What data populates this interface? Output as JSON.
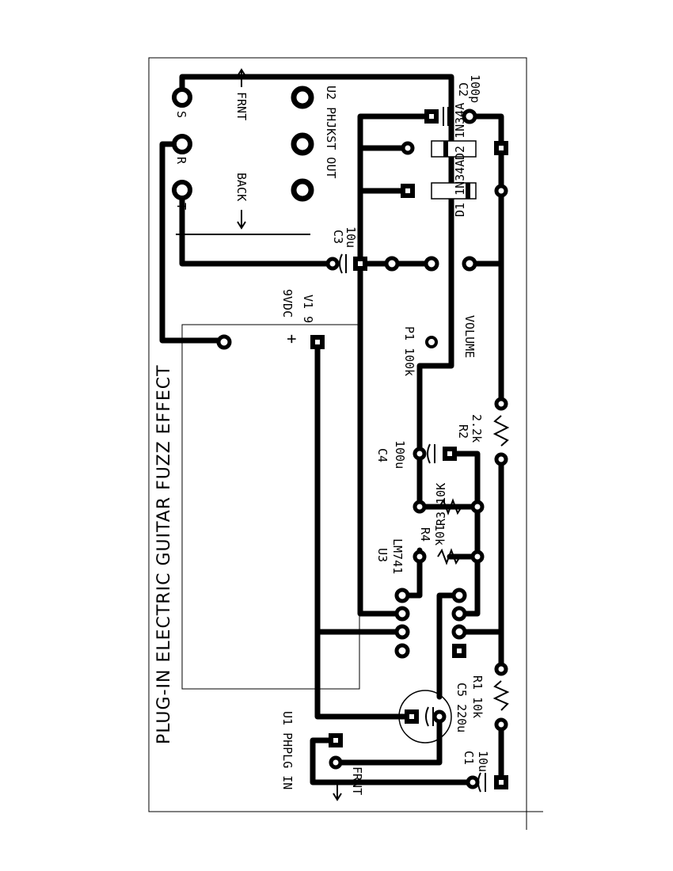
{
  "title": "PLUG-IN ELECTRIC GUITAR FUZZ EFFECT",
  "labels": {
    "jack_s": "S",
    "jack_r": "R",
    "jack_t": "T",
    "frnt_top": "FRNT",
    "back": "BACK",
    "u2": "U2 PHJKST OUT",
    "c2_ref": "C2",
    "c2_val": "100p",
    "d2": "D2 1N34A",
    "d1": "D1 1N34A",
    "c3_ref": "C3",
    "c3_val": "10u",
    "vdc": "9VDC",
    "v19": "V1 9",
    "plus": "+",
    "p1": "P1 100k",
    "volume": "VOLUME",
    "r2_ref": "R2",
    "r2_val": "2.2k",
    "c4_ref": "C4",
    "c4_val": "100u",
    "r3": "R3 10K",
    "r4_ref": "R4",
    "r4_val": "10k",
    "u3_ref": "U3",
    "u3_val": "LM741",
    "r1": "R1 10k",
    "c5": "C5 220u",
    "u1": "U1 PHPLG IN",
    "frnt_bottom": "FRNT",
    "c1_ref": "C1",
    "c1_val": "10u"
  }
}
